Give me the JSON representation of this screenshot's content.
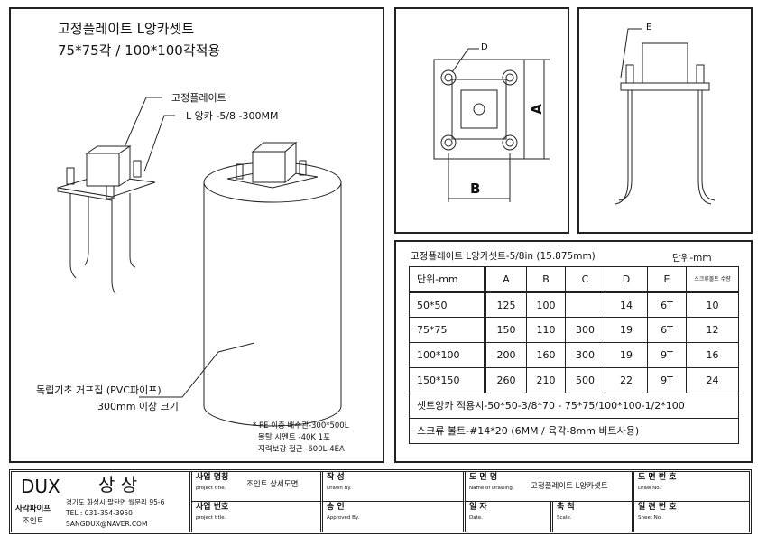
{
  "main_drawing": {
    "title_line1": "고정플레이트 L앙카셋트",
    "title_line2": "75*75각 /  100*100각적용",
    "label_plate": "고정플레이트",
    "label_anchor": "L 앙카 -5/8 -300MM",
    "label_pipe_line1": "독립기초 거프집 (PVC파이프)",
    "label_pipe_line2": "300mm 이상 크기",
    "notes": [
      "* PE 이층 배수관-300*500L",
      "몰탈 시멘트 -40K 1포",
      "지력보강 철근 -600L-4EA"
    ]
  },
  "plan_view": {
    "label_d": "D",
    "label_a": "A",
    "label_b": "B"
  },
  "side_view": {
    "label_e": "E"
  },
  "spec_table": {
    "title": "고정플레이트 L앙카셋트-5/8in (15.875mm)",
    "unit": "단위-mm",
    "headers": [
      "단위-mm",
      "A",
      "B",
      "C",
      "D",
      "E",
      "스크류볼트 수량"
    ],
    "rows": [
      [
        "50*50",
        "125",
        "100",
        "",
        "14",
        "6T",
        "10"
      ],
      [
        "75*75",
        "150",
        "110",
        "300",
        "19",
        "6T",
        "12"
      ],
      [
        "100*100",
        "200",
        "160",
        "300",
        "19",
        "9T",
        "16"
      ],
      [
        "150*150",
        "260",
        "210",
        "500",
        "22",
        "9T",
        "24"
      ]
    ],
    "note1": "셋트앙카 적용시-50*50-3/8*70 - 75*75/100*100-1/2*100",
    "note2": "스크류 볼트-#14*20 (6MM / 육각-8mm 비트사용)"
  },
  "title_block": {
    "brand": "DUX",
    "company": "상 상",
    "sub1": "사각파이프",
    "sub2": "조인트",
    "address": "경기도 화성시 팔탄면 월문리 95-6",
    "tel": "TEL : 031-354-3950",
    "email": "SANGDUX@NAVER.COM",
    "project_name_k": "사업 명칭",
    "project_name_e": "project title.",
    "project_name_v": "조인트 상세도면",
    "project_no_k": "사업 번호",
    "project_no_e": "project title.",
    "drawn_k": "작   성",
    "drawn_e": "Drawn By.",
    "approved_k": "승   인",
    "approved_e": "Approved By.",
    "drawing_name_k": "도 면 명",
    "drawing_name_e": "Name of Drawing.",
    "drawing_name_v": "고정플레이트 L앙카셋트",
    "drawing_no_k": "도 면 번 호",
    "drawing_no_e": "Draw No.",
    "date_k": "일 자",
    "date_e": "Date.",
    "scale_k": "축 척",
    "scale_e": "Scale.",
    "sheet_k": "일 련 번 호",
    "sheet_e": "Sheet No."
  }
}
